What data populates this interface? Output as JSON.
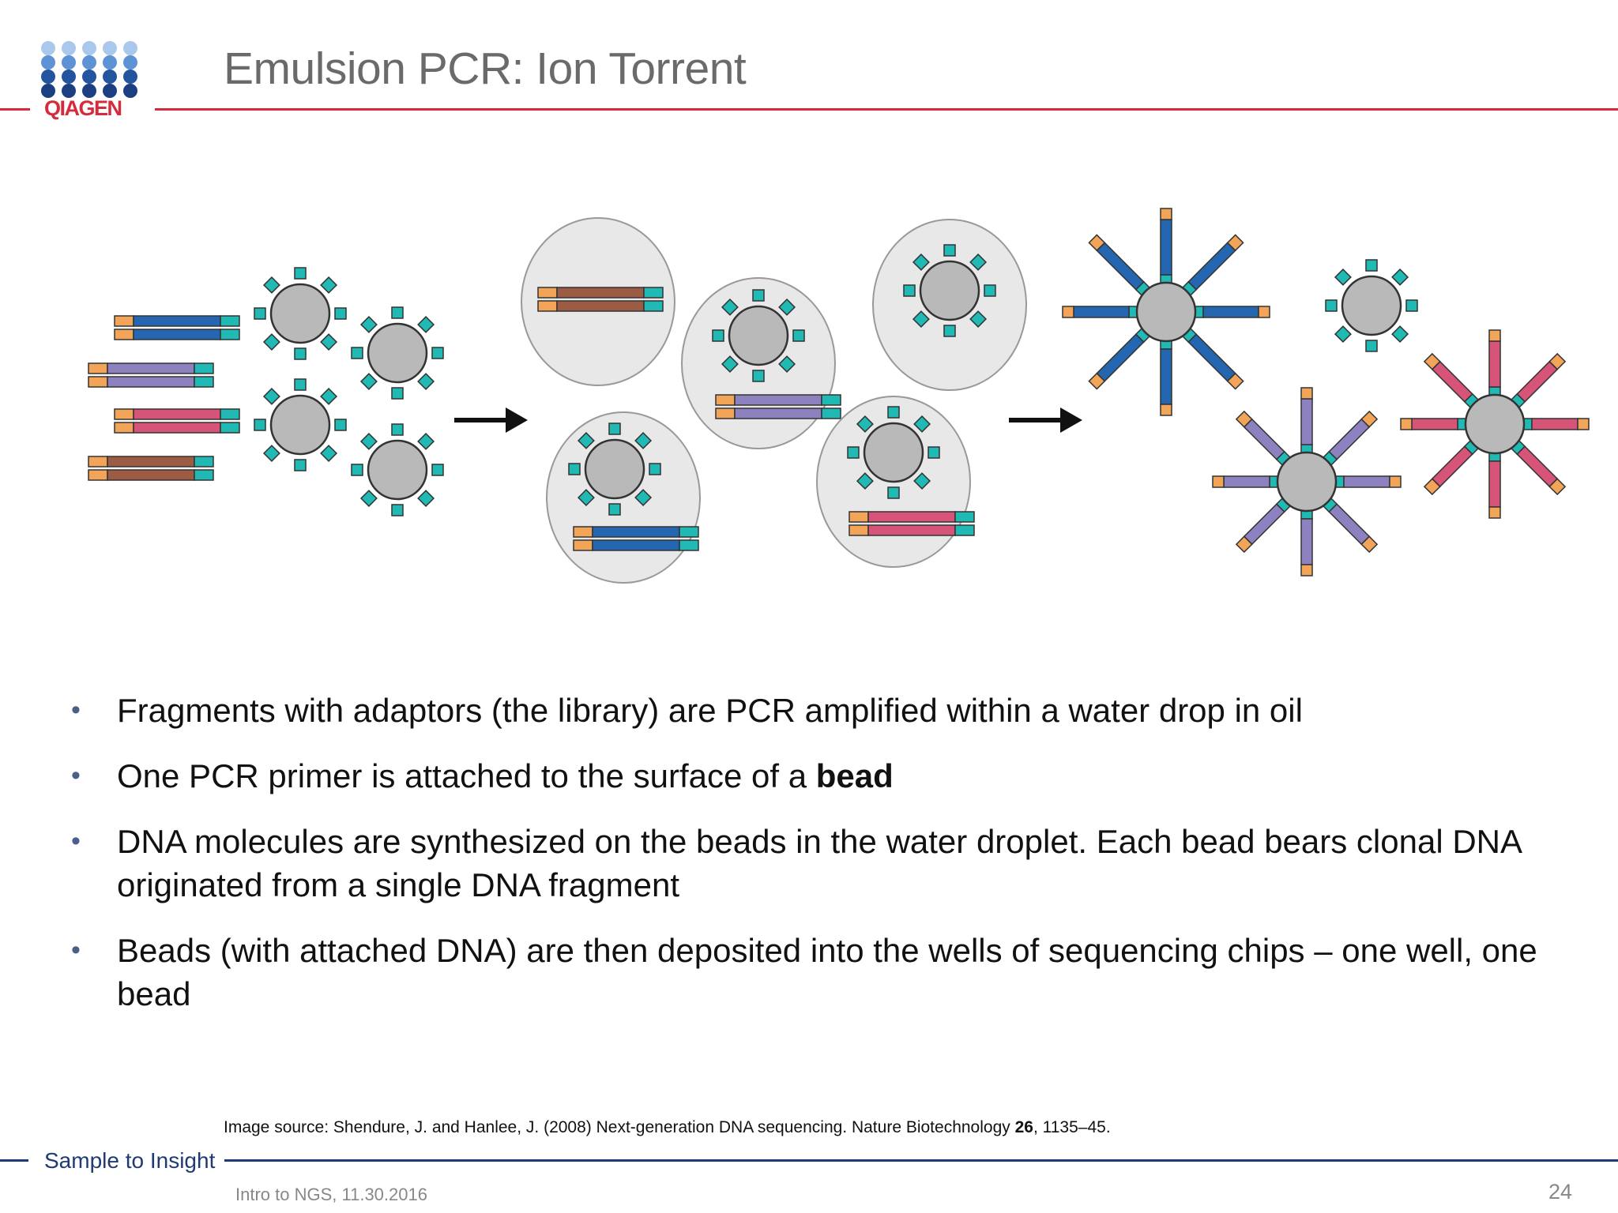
{
  "logo": {
    "text": "QIAGEN",
    "dot_colors": [
      "#a9c8ec",
      "#5d92d4",
      "#23549f",
      "#1b3f80"
    ],
    "red": "#d62b3c"
  },
  "header": {
    "title": "Emulsion PCR: Ion Torrent",
    "rule_color": "#d62b3c"
  },
  "diagram": {
    "strand_colors": {
      "adaptor_left": "#f2a459",
      "adaptor_right": "#20b9b4",
      "blue": "#2466b0",
      "purple": "#8d81bf",
      "pink": "#d65478",
      "brown": "#9b5c43"
    },
    "bead_color": "#b9b9b9",
    "droplet_color": "#e8e8e8"
  },
  "bullets": [
    {
      "parts": [
        {
          "text": "Fragments with adaptors (the library) are PCR amplified within a water drop in oil",
          "bold": false
        }
      ]
    },
    {
      "parts": [
        {
          "text": "One PCR primer is attached to the surface of a ",
          "bold": false
        },
        {
          "text": "bead",
          "bold": true
        }
      ]
    },
    {
      "parts": [
        {
          "text": "DNA molecules are synthesized on the beads in the water droplet. Each bead bears clonal DNA originated from a single DNA fragment",
          "bold": false
        }
      ]
    },
    {
      "parts": [
        {
          "text": "Beads (with attached DNA) are then deposited into the wells of sequencing chips – one well, one bead",
          "bold": false
        }
      ]
    }
  ],
  "bullet_glyph": "•",
  "source": {
    "prefix": "Image source: Shendure, J. and Hanlee, J. (2008) Next-generation DNA sequencing. Nature Biotechnology ",
    "volume": "26",
    "suffix": ", 1135–45."
  },
  "footer": {
    "tagline": "Sample to Insight",
    "tagline_color": "#1f3b73",
    "presentation": "Intro to NGS, 11.30.2016",
    "page": "24"
  }
}
